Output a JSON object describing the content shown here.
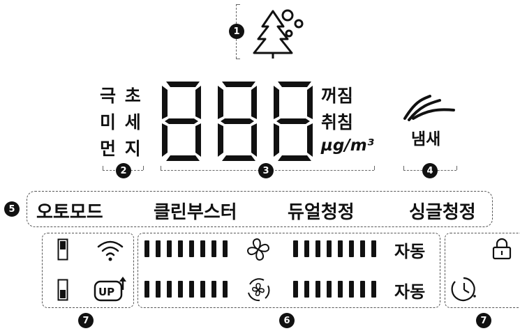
{
  "callouts": [
    "1",
    "2",
    "3",
    "4",
    "5",
    "6",
    "7"
  ],
  "air_quality": {
    "pm_label_lines": [
      "극 초",
      "미 세",
      "먼 지"
    ],
    "digits": "888",
    "status_lines": [
      "꺼짐",
      "취침"
    ],
    "unit": "µg/m³",
    "odor_label": "냄새"
  },
  "modes": [
    "오토모드",
    "클린부스터",
    "듀얼청정",
    "싱글청정"
  ],
  "fan": {
    "auto_label_top": "자동",
    "auto_label_bottom": "자동"
  },
  "icons": {
    "tree": "tree-bubbles-icon",
    "odor": "odor-waves-icon",
    "filter_full": "filter-indicator-icon",
    "filter_low": "filter-low-icon",
    "wifi": "wifi-icon",
    "update": "up-update-icon",
    "fan": "fan-icon",
    "fan_auto": "fan-circle-icon",
    "lock": "lock-icon",
    "timer": "timer-icon"
  }
}
